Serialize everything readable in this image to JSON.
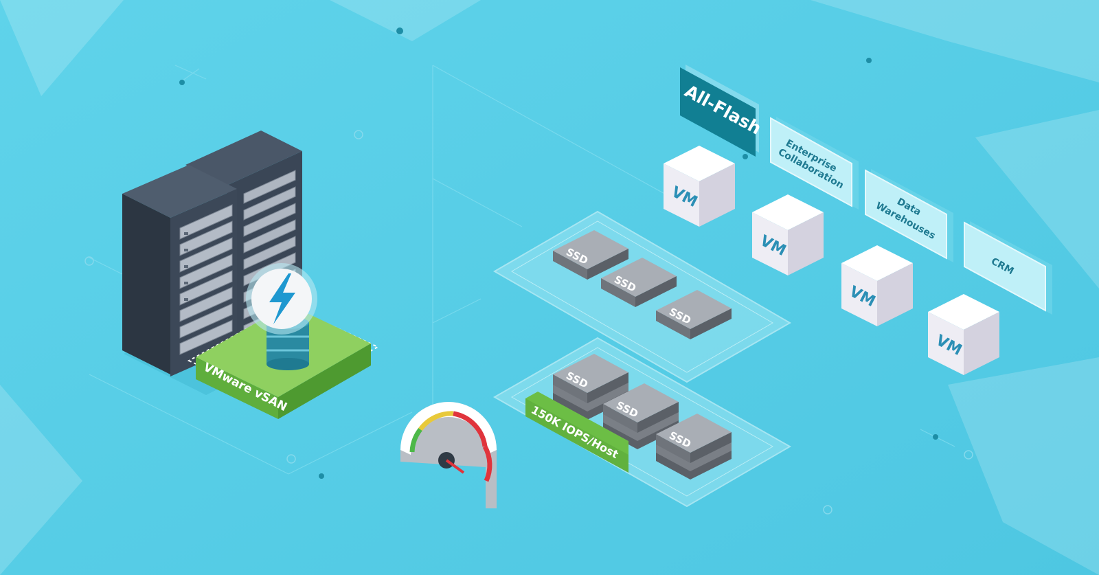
{
  "colors": {
    "background": "#56cde6",
    "server_front": "#384452",
    "server_side": "#2c3642",
    "vsan_green": "#6cbe45",
    "all_flash_teal": "#117f93",
    "ssd_gray": "#8a8f96",
    "vm_cube": "#f1f1f6",
    "vm_text": "#2b8fb5",
    "gauge_red": "#e0343c",
    "gauge_green": "#4db848",
    "gauge_yellow": "#e8c93a",
    "bolt_blue": "#1e98d0"
  },
  "labels": {
    "vmware_vsan": "VMware vSAN",
    "all_flash": "All-Flash",
    "iops": "150K IOPS/Host",
    "ssd": "SSD",
    "vm": "VM",
    "enterprise_line1": "Enterprise",
    "enterprise_line2": "Collaboration",
    "data_line1": "Data",
    "data_line2": "Warehouses",
    "crm": "CRM"
  },
  "icons": {
    "lightning": "lightning-bolt-icon",
    "gauge": "speedometer-gauge-icon",
    "database": "database-stack-icon"
  }
}
